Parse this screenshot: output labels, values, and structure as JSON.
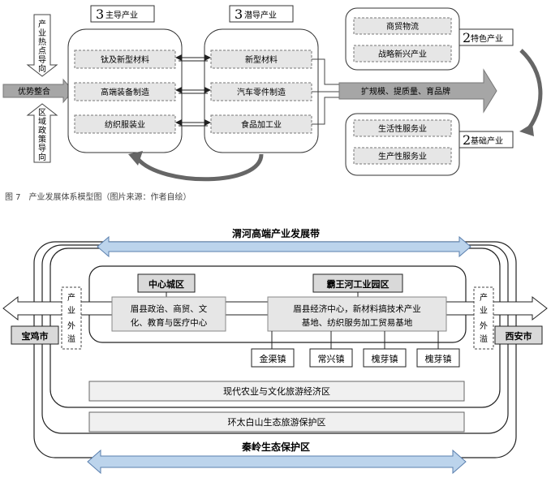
{
  "top": {
    "left_arrow_top": [
      "产",
      "业",
      "热",
      "点",
      "导",
      "向"
    ],
    "left_arrow_bottom": [
      "区",
      "域",
      "政",
      "策",
      "导",
      "向"
    ],
    "integration": "优势整合",
    "main_header_num": "3",
    "main_header": "主导产业",
    "main_items": [
      "钛及新型材料",
      "高端装备制造",
      "纺织服装业"
    ],
    "potential_header_num": "3",
    "potential_header": "潜导产业",
    "potential_items": [
      "新型材料",
      "汽车零件制造",
      "食品加工业"
    ],
    "expand_text": "扩规模、提质量、育品牌",
    "special_items": [
      "商贸物流",
      "战略新兴产业"
    ],
    "special_label_num": "2",
    "special_label": "特色产业",
    "basic_items": [
      "生活性服务业",
      "生产性服务业"
    ],
    "basic_label_num": "2",
    "basic_label": "基础产业"
  },
  "caption": "图 7　产业发展体系模型图（图片来源：作者自绘）",
  "bottom": {
    "top_band": "渭河高端产业发展带",
    "center_city": "中心城区",
    "center_desc_1": "眉县政治、商贸、文",
    "center_desc_2": "化、教育与医疗中心",
    "industrial_park": "霸王河工业园区",
    "park_desc_1": "眉县经济中心，新材料搞技术产业",
    "park_desc_2": "基地、纺织服务加工贸易基地",
    "spill": [
      "产",
      "业",
      "外",
      "溢"
    ],
    "baoji": "宝鸡市",
    "xian": "西安市",
    "towns": [
      "金渠镇",
      "常兴镇",
      "槐芽镇",
      "槐芽镇"
    ],
    "zone1": "现代农业与文化旅游经济区",
    "zone2": "环太白山生态旅游保护区",
    "bottom_band": "秦岭生态保护区"
  },
  "colors": {
    "blue_band": "#bcd4ec",
    "blue_stroke": "#5a7fae",
    "gray_fill": "#d9d9d9",
    "dark_gray": "#a6a6a6"
  }
}
